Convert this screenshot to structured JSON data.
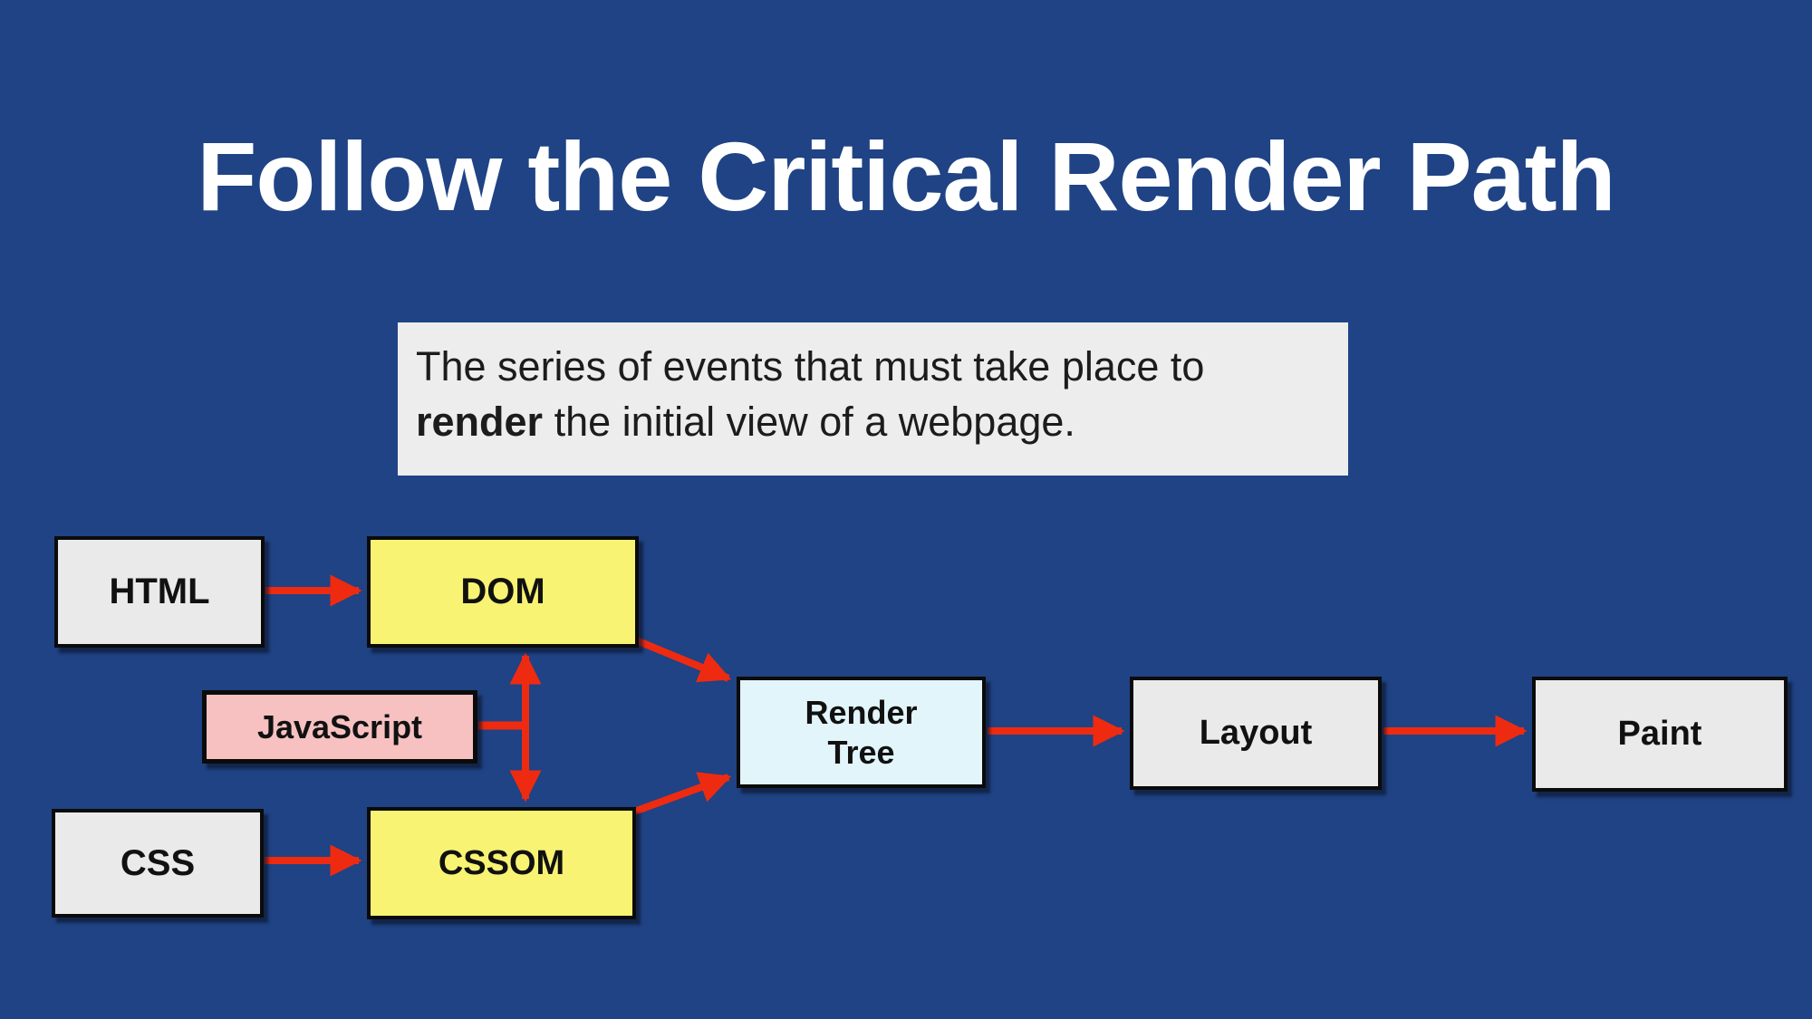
{
  "title": "Follow the Critical Render Path",
  "subtitle": {
    "line1": "The series of events that must take place to",
    "line2_bold": "render",
    "line2_rest": " the initial view of a webpage."
  },
  "nodes": {
    "html": {
      "label": "HTML",
      "fill": "#eaeaea"
    },
    "dom": {
      "label": "DOM",
      "fill": "#f8f372"
    },
    "javascript": {
      "label": "JavaScript",
      "fill": "#f7c1c1"
    },
    "css": {
      "label": "CSS",
      "fill": "#eaeaea"
    },
    "cssom": {
      "label": "CSSOM",
      "fill": "#f8f372"
    },
    "render_tree": {
      "label": "Render Tree",
      "line1": "Render",
      "line2": "Tree",
      "fill": "#e2f5fa"
    },
    "layout": {
      "label": "Layout",
      "fill": "#eaeaea"
    },
    "paint": {
      "label": "Paint",
      "fill": "#eaeaea"
    }
  },
  "edges": [
    {
      "from": "HTML",
      "to": "DOM"
    },
    {
      "from": "CSS",
      "to": "CSSOM"
    },
    {
      "from": "JavaScript",
      "to": "DOM"
    },
    {
      "from": "JavaScript",
      "to": "CSSOM"
    },
    {
      "from": "DOM",
      "to": "Render Tree"
    },
    {
      "from": "CSSOM",
      "to": "Render Tree"
    },
    {
      "from": "Render Tree",
      "to": "Layout"
    },
    {
      "from": "Layout",
      "to": "Paint"
    }
  ],
  "colors": {
    "background": "#1f4384",
    "panel": "#ededed",
    "arrow": "#ee2b10",
    "border": "#0b0b0b",
    "node_gray": "#eaeaea",
    "node_yellow": "#f8f372",
    "node_pink": "#f7c1c1",
    "node_cyan": "#e2f5fa",
    "text_dark": "#1c1c1c",
    "text_light": "#ffffff"
  }
}
